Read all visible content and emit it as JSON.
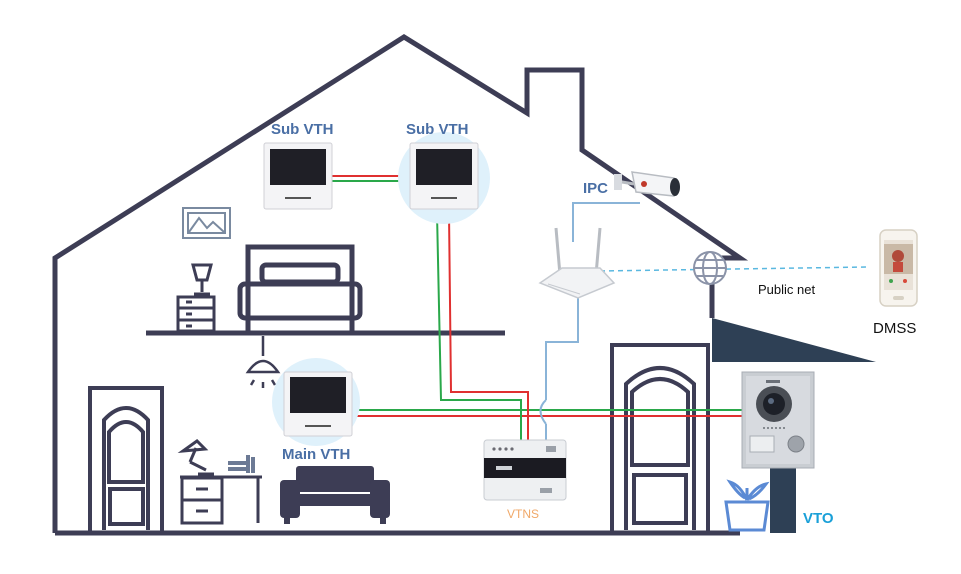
{
  "labels": {
    "sub_vth_left": "Sub VTH",
    "sub_vth_right": "Sub VTH",
    "ipc": "IPC",
    "public_net": "Public net",
    "dmss": "DMSS",
    "main_vth": "Main VTH",
    "vtns": "VTNS",
    "vto": "VTO"
  },
  "colors": {
    "house_outline": "#3d3d55",
    "highlight_circle": "#dff1fb",
    "wire_red": "#e03030",
    "wire_green": "#2aa84a",
    "network_line": "#8ab4d8",
    "public_net_line": "#5ab8e0",
    "label_blue": "#4a6fa5",
    "vto_blue": "#1aa0d8",
    "vtns_orange": "#f0a868",
    "canopy": "#2e4055"
  },
  "icons": [
    "picture-frame-icon",
    "table-lamp-icon",
    "bed-icon",
    "ceiling-lamp-icon",
    "desk-lamp-icon",
    "sofa-icon",
    "plant-icon",
    "globe-icon",
    "router-icon",
    "camera-icon",
    "smartphone-icon",
    "door-icon"
  ]
}
